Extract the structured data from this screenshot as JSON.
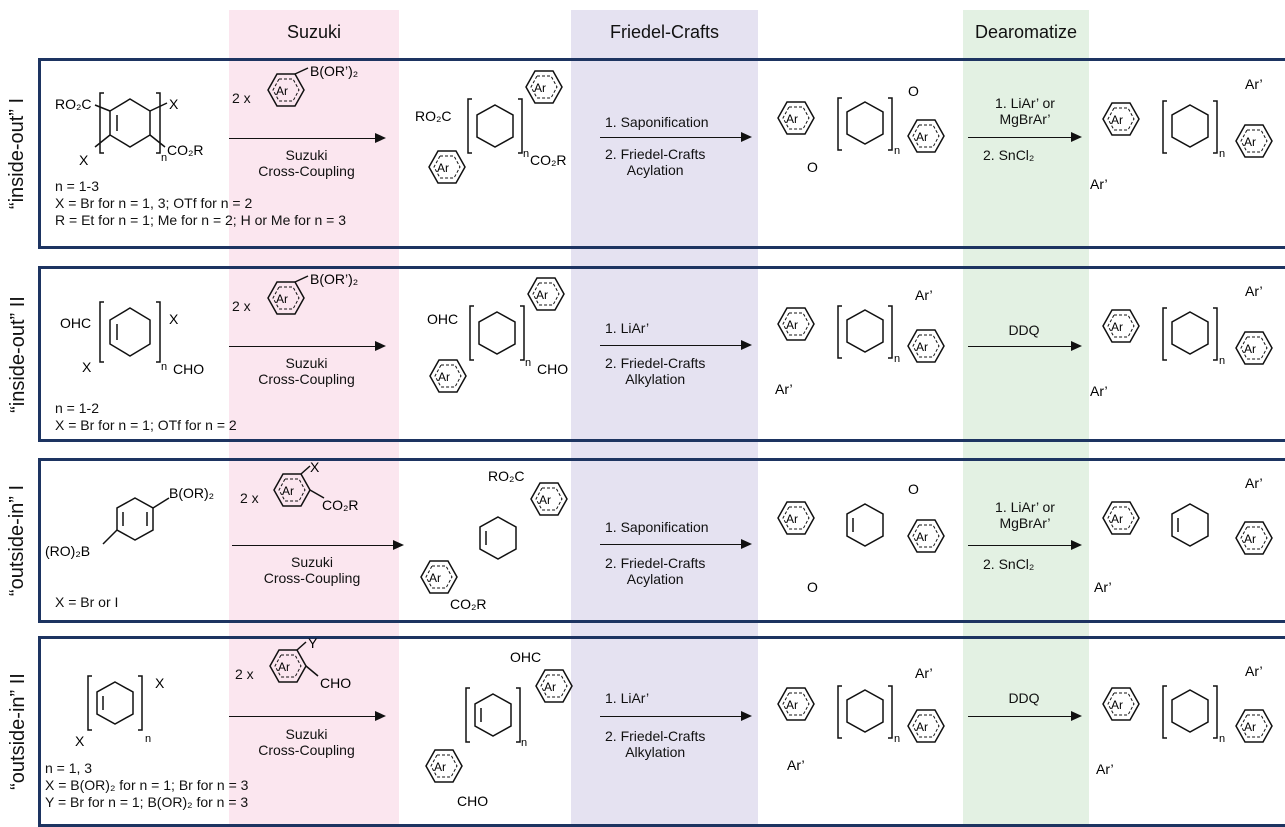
{
  "columns": {
    "suzuki": "Suzuki",
    "friedel_crafts": "Friedel-Crafts",
    "dearomatize": "Dearomatize"
  },
  "colors": {
    "border": "#1d3461",
    "suzuki_band": "#fbe6ef",
    "fc_band": "#e5e2f1",
    "dearomatize_band": "#e3f1e3"
  },
  "rows": [
    {
      "label": "“inside-out” I",
      "reagent": "2 x",
      "boron_group": "B(OR’)₂",
      "suzuki_step": "Suzuki\nCross-Coupling",
      "fc_steps": [
        "1. Saponification",
        "2. Friedel-Crafts\nAcylation"
      ],
      "dearo_steps": [
        "1. LiAr’ or\nMgBrAr’",
        "2. SnCl₂"
      ],
      "notes": [
        "n = 1-3",
        "X = Br for n = 1, 3; OTf for n = 2",
        "R = Et for n = 1; Me for n = 2; H or Me for n = 3"
      ]
    },
    {
      "label": "“inside-out” II",
      "reagent": "2 x",
      "boron_group": "B(OR’)₂",
      "suzuki_step": "Suzuki\nCross-Coupling",
      "fc_steps": [
        "1. LiAr’",
        "2. Friedel-Crafts\nAlkylation"
      ],
      "dearo_steps": [
        "DDQ"
      ],
      "notes": [
        "n = 1-2",
        "X = Br for n = 1; OTf for n = 2"
      ]
    },
    {
      "label": "“outside-in” I",
      "reagent": "2 x",
      "boron_group": "",
      "suzuki_step": "Suzuki\nCross-Coupling",
      "fc_steps": [
        "1. Saponification",
        "2. Friedel-Crafts\nAcylation"
      ],
      "dearo_steps": [
        "1. LiAr’ or\nMgBrAr’",
        "2. SnCl₂"
      ],
      "notes": [
        "X = Br or I"
      ]
    },
    {
      "label": "“outside-in” II",
      "reagent": "2 x",
      "boron_group": "",
      "suzuki_step": "Suzuki\nCross-Coupling",
      "fc_steps": [
        "1. LiAr’",
        "2. Friedel-Crafts\nAlkylation"
      ],
      "dearo_steps": [
        "DDQ"
      ],
      "notes": [
        "n = 1, 3",
        "X = B(OR)₂ for n = 1; Br for n = 3",
        "Y = Br for n = 1; B(OR)₂ for n = 3"
      ]
    }
  ],
  "structure_labels": {
    "ar": "Ar",
    "ar_prime": "Ar’",
    "x": "X",
    "y": "Y",
    "n": "n",
    "o": "O",
    "ro2c": "RO₂C",
    "co2r": "CO₂R",
    "ohc": "OHC",
    "cho": "CHO",
    "b_or_2": "B(OR)₂",
    "ro_2b": "(RO)₂B"
  }
}
